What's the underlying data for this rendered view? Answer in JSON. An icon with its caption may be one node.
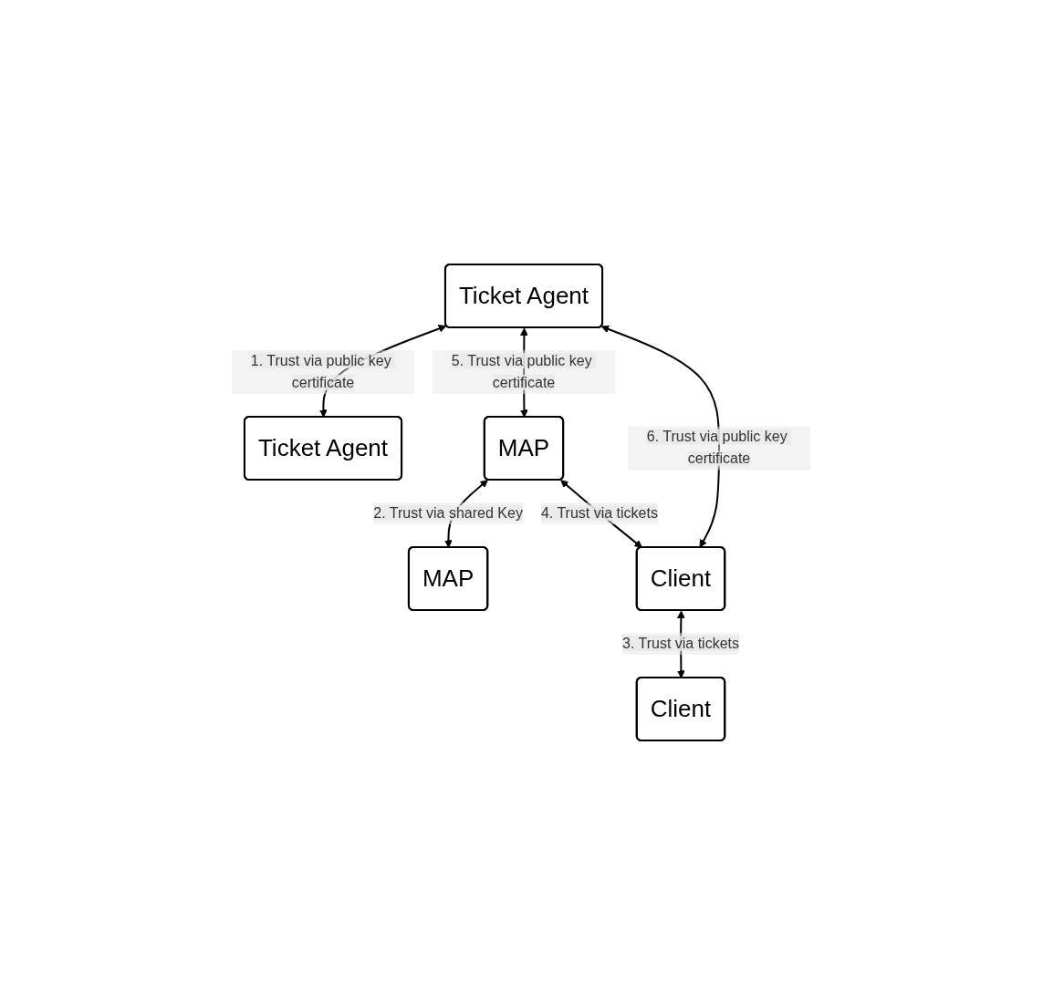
{
  "diagram": {
    "nodes": [
      {
        "text": [
          "Ticket Agent"
        ]
      },
      {
        "text": [
          "Ticket Agent"
        ]
      },
      {
        "text": [
          "MAP"
        ]
      },
      {
        "text": [
          "MAP"
        ]
      },
      {
        "text": [
          "Client"
        ]
      },
      {
        "text": [
          "Client"
        ]
      }
    ],
    "edges": [
      {
        "from": 0,
        "to": 1,
        "arrow": "both",
        "label": "1. Trust via public key certificate"
      },
      {
        "from": 2,
        "to": 3,
        "arrow": "both",
        "label": "2. Trust via shared Key"
      },
      {
        "from": 4,
        "to": 5,
        "arrow": "both",
        "label": "3. Trust via tickets"
      },
      {
        "from": 2,
        "to": 4,
        "arrow": "both",
        "label": "4. Trust via tickets"
      },
      {
        "from": 0,
        "to": 2,
        "arrow": "both",
        "label": "5. Trust via public key certificate"
      },
      {
        "from": 4,
        "to": 0,
        "arrow": "both",
        "label": "6. Trust via public key certificate"
      }
    ]
  }
}
